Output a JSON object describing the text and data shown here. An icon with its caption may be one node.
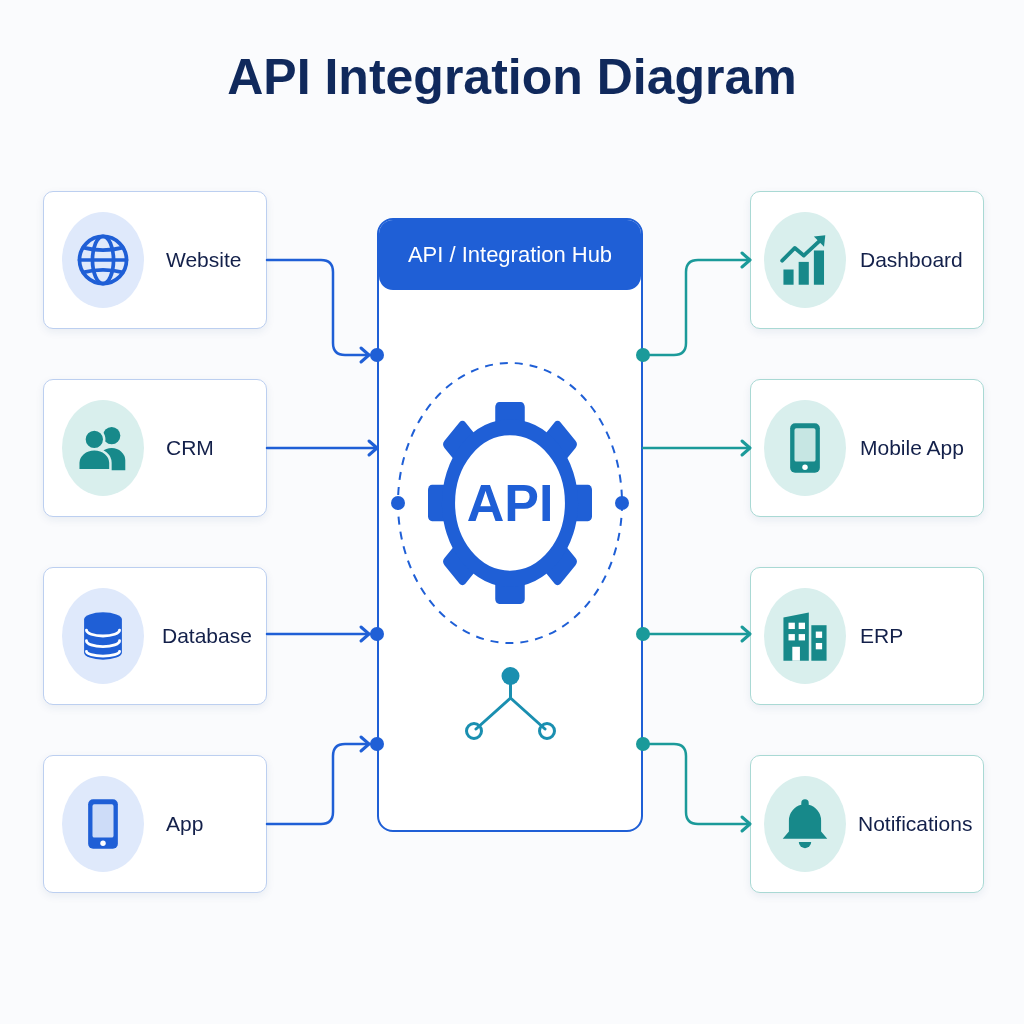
{
  "diagram": {
    "title": "API Integration Diagram",
    "nodes": [
      {
        "text": [
          "Website"
        ]
      },
      {
        "text": [
          "CRM"
        ]
      },
      {
        "text": [
          "Database"
        ]
      },
      {
        "text": [
          "App"
        ]
      },
      {
        "text": [
          "API / Integration Hub"
        ]
      },
      {
        "text": [
          "API"
        ],
        "in": 4
      },
      {
        "text": [
          "Dashboard"
        ]
      },
      {
        "text": [
          "Mobile App"
        ]
      },
      {
        "text": [
          "ERP"
        ]
      },
      {
        "text": [
          "Notifications"
        ]
      }
    ],
    "edges": [
      {
        "from": 0,
        "to": 4,
        "arrow": "to"
      },
      {
        "from": 1,
        "to": 4,
        "arrow": "to"
      },
      {
        "from": 2,
        "to": 4,
        "arrow": "to"
      },
      {
        "from": 3,
        "to": 4,
        "arrow": "to"
      },
      {
        "from": 4,
        "to": 6,
        "arrow": "to",
        "color": "#1b9a9a"
      },
      {
        "from": 4,
        "to": 7,
        "arrow": "to",
        "color": "#1b9a9a"
      },
      {
        "from": 4,
        "to": 8,
        "arrow": "to",
        "color": "#1b9a9a"
      },
      {
        "from": 4,
        "to": 9,
        "arrow": "to",
        "color": "#1b9a9a"
      }
    ]
  }
}
